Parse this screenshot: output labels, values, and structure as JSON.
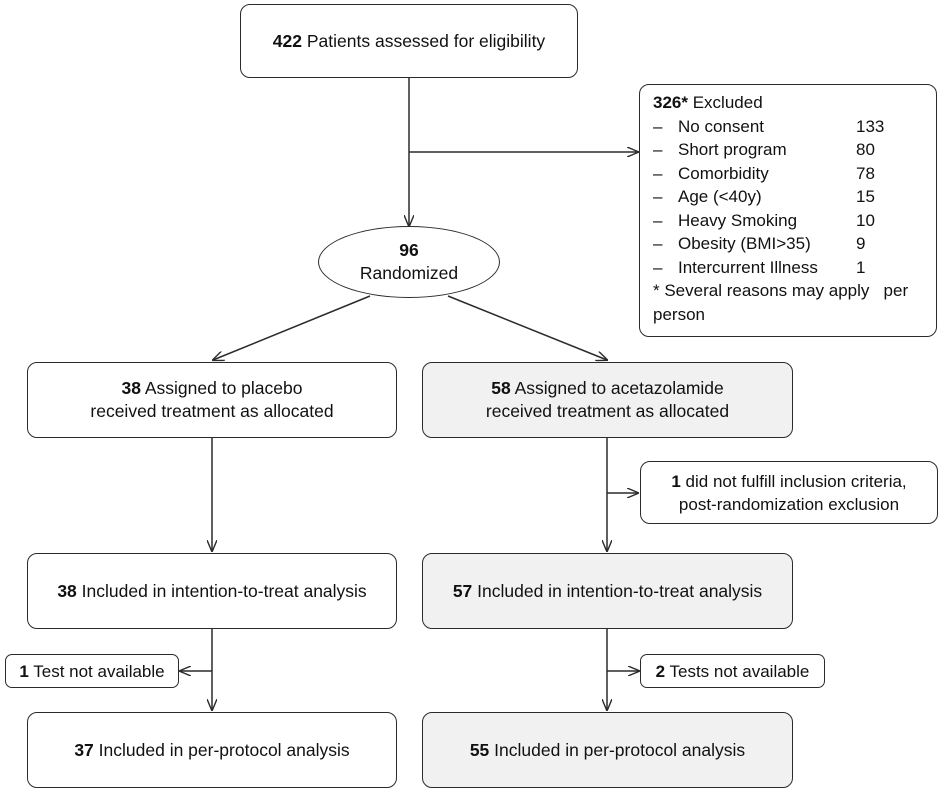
{
  "enrollment": {
    "count": "422",
    "label": "Patients assessed for eligibility"
  },
  "exclusion": {
    "count": "326*",
    "label": "Excluded",
    "dash": "–",
    "reasons": [
      {
        "label": "No consent",
        "count": "133"
      },
      {
        "label": "Short program",
        "count": "80"
      },
      {
        "label": "Comorbidity",
        "count": "78"
      },
      {
        "label": "Age (<40y)",
        "count": "15"
      },
      {
        "label": "Heavy Smoking",
        "count": "10"
      },
      {
        "label": "Obesity (BMI>35)",
        "count": "9"
      },
      {
        "label": "Intercurrent Illness",
        "count": "1"
      }
    ],
    "footnote_line1": "* Several reasons may apply   per",
    "footnote_line2": "person"
  },
  "randomized": {
    "count": "96",
    "label": "Randomized"
  },
  "placebo_arm": {
    "allocation": {
      "count": "38",
      "label": "Assigned to placebo",
      "line2": "received treatment as allocated"
    },
    "itt": {
      "count": "38",
      "label": "Included in intention-to-treat analysis"
    },
    "not_available": {
      "count": "1",
      "label": "Test not available"
    },
    "pp": {
      "count": "37",
      "label": "Included in per-protocol analysis"
    }
  },
  "acetazolamide_arm": {
    "allocation": {
      "count": "58",
      "label": "Assigned to acetazolamide",
      "line2": "received treatment as allocated"
    },
    "post_randomization": {
      "count": "1",
      "label": "did not fulfill inclusion criteria,",
      "line2": "post-randomization exclusion"
    },
    "itt": {
      "count": "57",
      "label": "Included in intention-to-treat analysis"
    },
    "not_available": {
      "count": "2",
      "label": "Tests not available"
    },
    "pp": {
      "count": "55",
      "label": "Included in per-protocol analysis"
    }
  },
  "colors": {
    "line": "#2b2b2b",
    "box_fill": "#ffffff",
    "shaded_fill": "#f1f1f1"
  }
}
